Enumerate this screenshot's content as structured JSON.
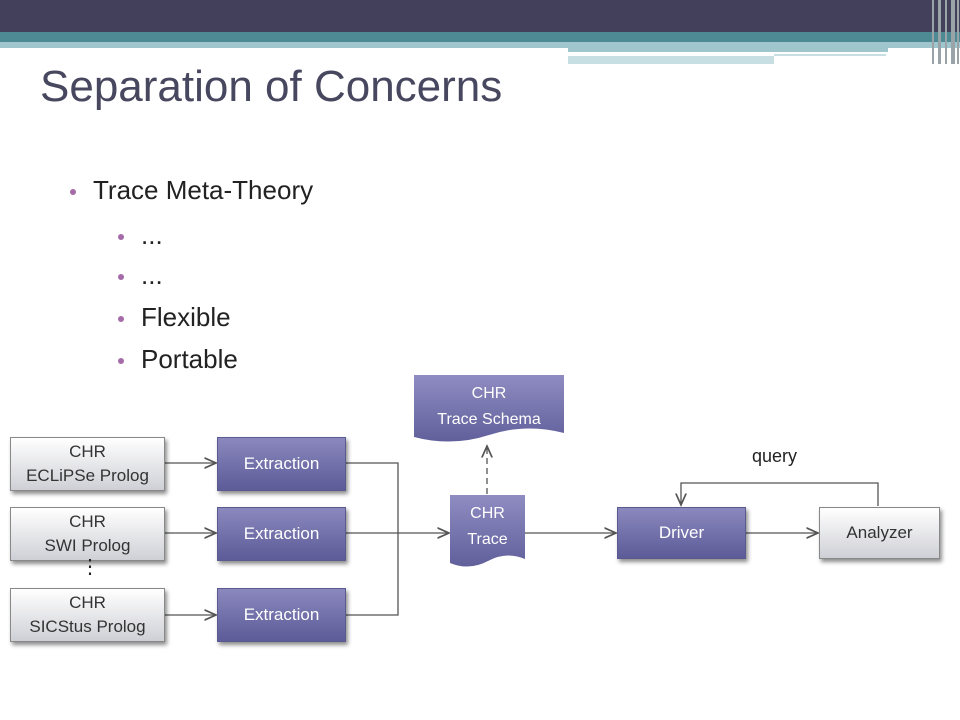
{
  "slide": {
    "title": "Separation of Concerns",
    "bullets": [
      {
        "text": "Trace Meta-Theory",
        "level": 1
      },
      {
        "text": "...",
        "level": 2
      },
      {
        "text": "...",
        "level": 2
      },
      {
        "text": "Flexible",
        "level": 2
      },
      {
        "text": "Portable",
        "level": 2
      }
    ]
  },
  "diagram": {
    "sources": [
      {
        "label": "CHR\nECLiPSe Prolog"
      },
      {
        "label": "CHR\nSWI Prolog"
      },
      {
        "label": "CHR\nSICStus Prolog"
      }
    ],
    "ellipsis": "⋮",
    "extraction": [
      "Extraction",
      "Extraction",
      "Extraction"
    ],
    "trace_schema": "CHR\nTrace Schema",
    "trace": "CHR\nTrace",
    "driver": "Driver",
    "analyzer": "Analyzer",
    "query_label": "query"
  },
  "colors": {
    "topbar": "#42405a",
    "accent_teal": "#4e8a93",
    "bullet": "#a46ba8",
    "box_purple": "#6e6ca8",
    "title": "#47475f"
  }
}
